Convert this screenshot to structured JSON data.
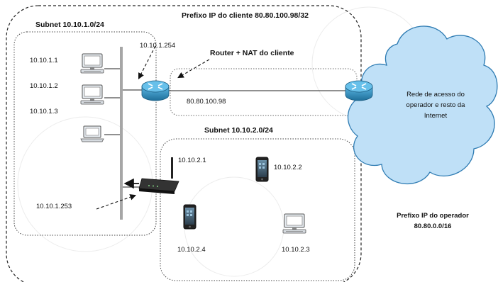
{
  "labels": {
    "client_prefix": "Prefixo IP do cliente 80.80.100.98/32",
    "subnet1": "Subnet 10.10.1.0/24",
    "subnet2": "Subnet 10.10.2.0/24",
    "router_nat": "Router + NAT do cliente",
    "router_wan_ip": "80.80.100.98",
    "router_lan_ip": "10.10.1.254",
    "wifi_lan_ip": "10.10.1.253",
    "wifi_wlan_ip": "10.10.2.1",
    "operator_prefix_line1": "Prefixo IP do operador",
    "operator_prefix_line2": "80.80.0.0/16",
    "cloud_line1": "Rede de acesso do",
    "cloud_line2": "operador e resto da",
    "cloud_line3": "Internet"
  },
  "hosts": {
    "h1": "10.10.1.1",
    "h2": "10.10.1.2",
    "h3": "10.10.1.3",
    "m1": "10.10.2.2",
    "m2": "10.10.2.4",
    "l1": "10.10.2.3"
  },
  "icons": {
    "desktop": "desktop-computer",
    "laptop": "laptop-computer",
    "router": "router",
    "access_point": "wireless-access-point",
    "phone": "mobile-phone",
    "cloud": "cloud"
  },
  "colors": {
    "router": "#2f8fbf",
    "cloud": "#bfe0f7",
    "cloud_stroke": "#2f7cb3",
    "switch_bar": "#a6a6a6"
  }
}
